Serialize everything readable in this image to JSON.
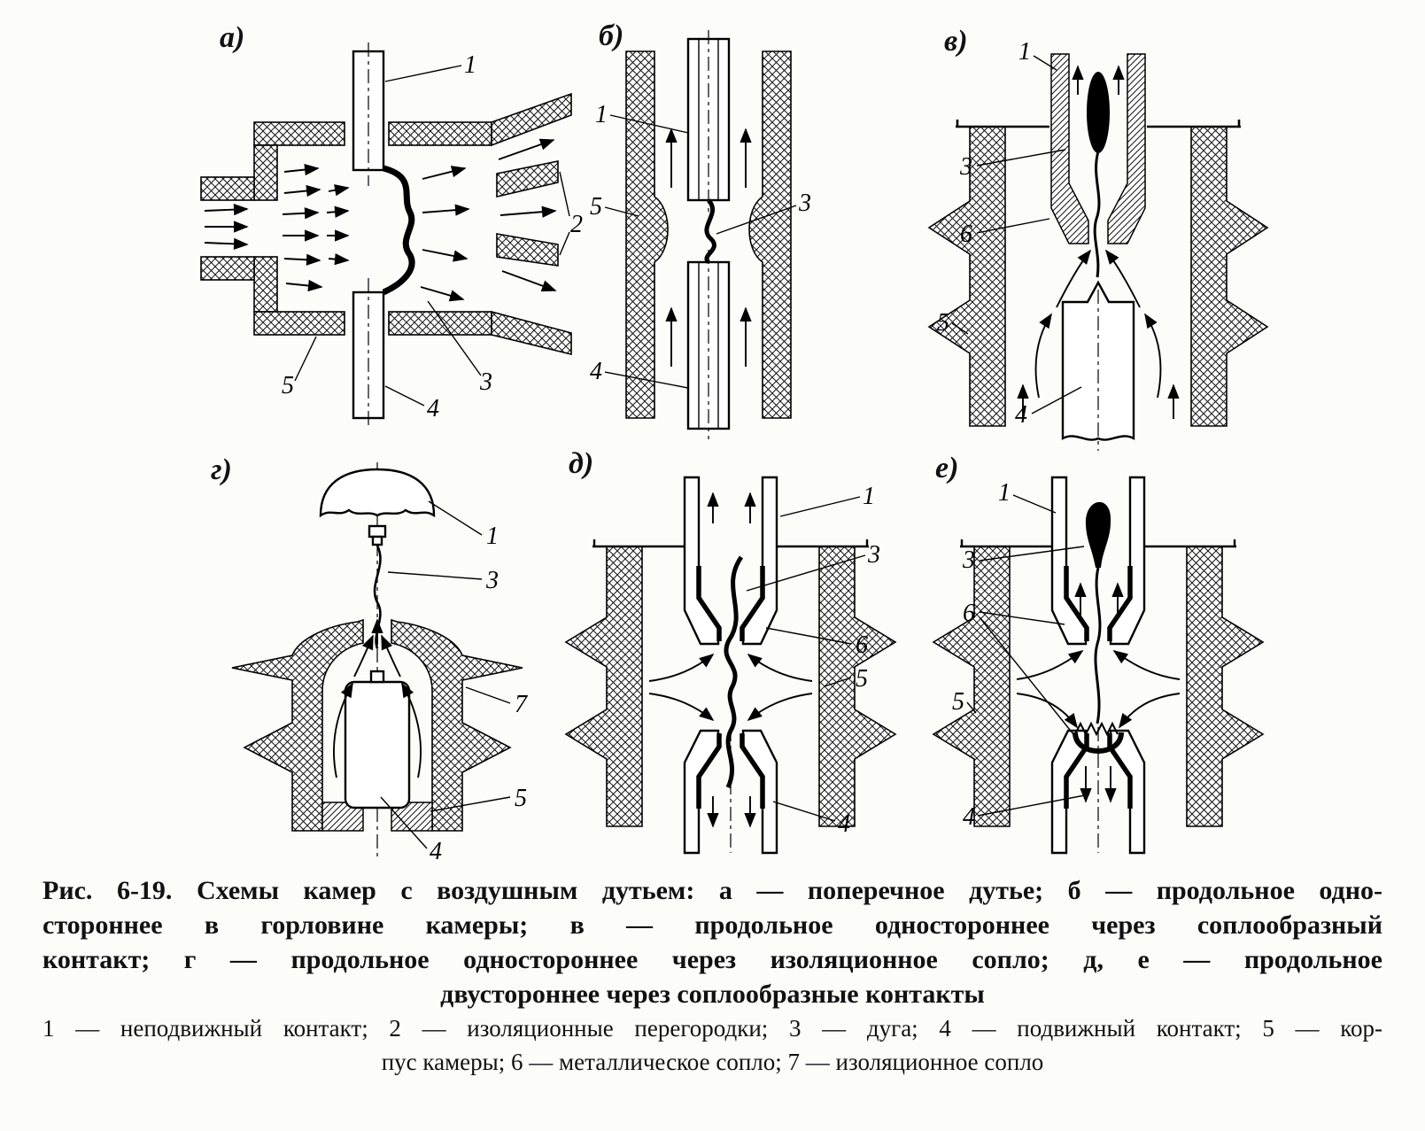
{
  "figure": {
    "caption_lines": [
      "Рис. 6-19. Схемы камер с воздушным дутьем: а — поперечное дутье; б — продольное одно-",
      "стороннее в горловине камеры; в — продольное одностороннее через соплообразный",
      "контакт; г — продольное одностороннее через изоляционное сопло; д, е — продольное",
      "двустороннее через соплообразные контакты"
    ],
    "legend_lines": [
      "1 — неподвижный контакт; 2 — изоляционные перегородки; 3 — дуга; 4 — подвижный контакт; 5 — кор-",
      "пус камеры; 6 — металлическое сопло; 7 — изоляционное сопло"
    ]
  },
  "panels": {
    "a": {
      "label": "а)",
      "callouts": {
        "c1": "1",
        "c2": "2",
        "c3": "3",
        "c4": "4",
        "c5": "5"
      }
    },
    "b": {
      "label": "б)",
      "callouts": {
        "c1": "1",
        "c3": "3",
        "c4": "4",
        "c5": "5"
      }
    },
    "v": {
      "label": "в)",
      "callouts": {
        "c1": "1",
        "c3": "3",
        "c4": "4",
        "c5": "5",
        "c6": "6"
      }
    },
    "g": {
      "label": "г)",
      "callouts": {
        "c1": "1",
        "c3": "3",
        "c4": "4",
        "c5": "5",
        "c7": "7"
      }
    },
    "d": {
      "label": "д)",
      "callouts": {
        "c1": "1",
        "c3": "3",
        "c4": "4",
        "c5": "5",
        "c6": "6"
      }
    },
    "e": {
      "label": "е)",
      "callouts": {
        "c1": "1",
        "c3": "3",
        "c4": "4",
        "c5": "5",
        "c6": "6"
      }
    }
  }
}
